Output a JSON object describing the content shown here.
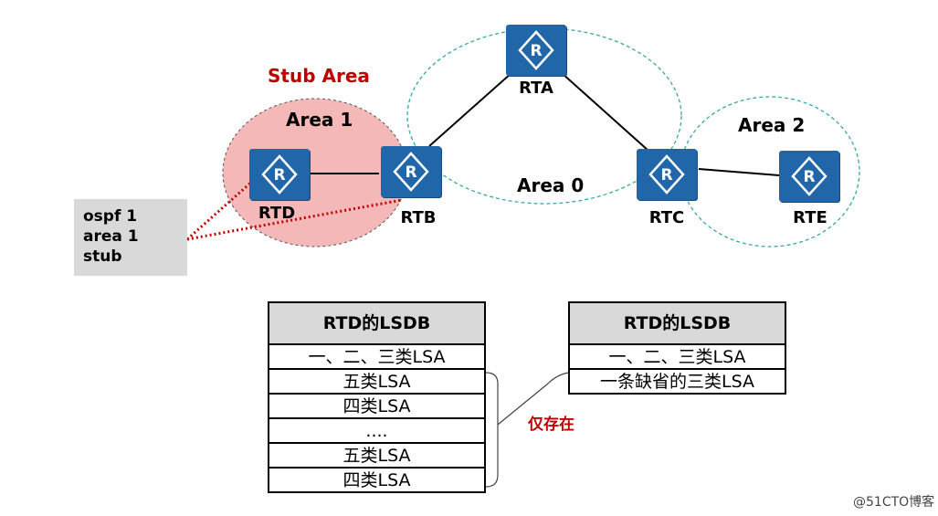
{
  "stub_area_title": "Stub Area",
  "areas": {
    "area1": "Area 1",
    "area0": "Area 0",
    "area2": "Area 2"
  },
  "routers": [
    {
      "name": "RTA",
      "icon": "router-icon"
    },
    {
      "name": "RTB",
      "icon": "router-icon"
    },
    {
      "name": "RTC",
      "icon": "router-icon"
    },
    {
      "name": "RTD",
      "icon": "router-icon"
    },
    {
      "name": "RTE",
      "icon": "router-icon"
    }
  ],
  "router_glyph": "R",
  "config_lines": [
    "ospf 1",
    "area 1",
    "stub"
  ],
  "lsdb_left": {
    "title": "RTD的LSDB",
    "rows": [
      "一、二、三类LSA",
      "五类LSA",
      "四类LSA",
      "....",
      "五类LSA",
      "四类LSA"
    ]
  },
  "lsdb_right": {
    "title": "RTD的LSDB",
    "rows": [
      "一、二、三类LSA",
      "一条缺省的三类LSA"
    ]
  },
  "only_label": "仅存在",
  "watermark": "@51CTO博客",
  "colors": {
    "router_fill": "#2266aa",
    "stub_fill": "#f4b8b8",
    "area_outline": "#3aa6a6",
    "stub_text": "#c00000",
    "config_bg": "#d9d9d9"
  }
}
